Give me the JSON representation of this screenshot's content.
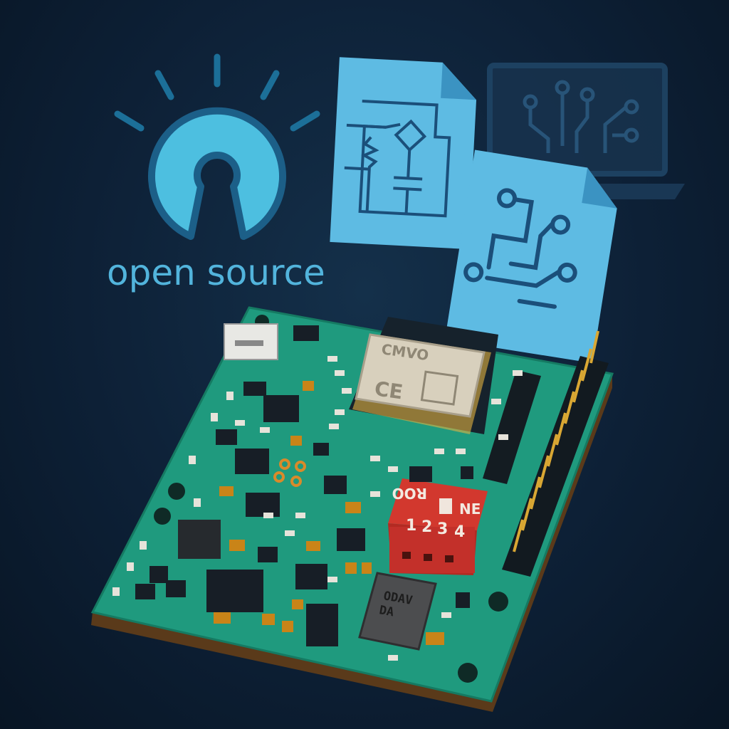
{
  "logo": {
    "text": "open source"
  },
  "module": {
    "brand": "CMVO",
    "mark": "CE"
  },
  "dip_switch": {
    "label_left": "ROO",
    "label_right": "NE",
    "numbers": [
      "1",
      "2",
      "3",
      "4"
    ]
  },
  "chip": {
    "line1": "ODAV",
    "line2": "DA"
  },
  "colors": {
    "background": "#0d2036",
    "accent": "#52b4dc",
    "board": "#1f9a7e",
    "dip": "#d2382e",
    "document": "#5ebbe3"
  }
}
